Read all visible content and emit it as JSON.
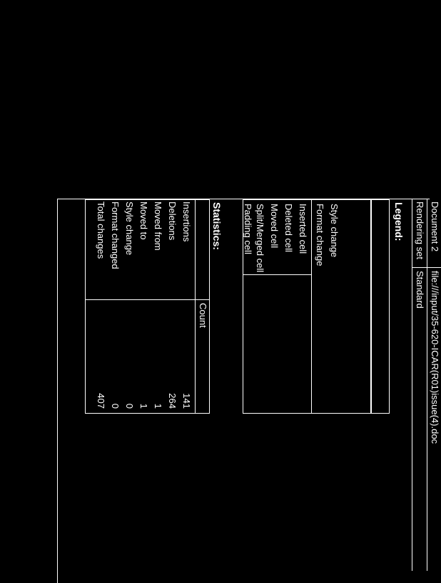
{
  "header": {
    "doc_label": "Document 2",
    "doc_value": "file:///input/35-620-ICAR(R01)issue(4).doc",
    "render_label": "Rendering set",
    "render_value": "Standard"
  },
  "legend": {
    "title": "Legend:",
    "items": [
      "Style change",
      "Format change",
      "Inserted cell",
      "Deleted cell",
      "Moved cell",
      "Split/Merged cell",
      "Padding cell"
    ]
  },
  "statistics": {
    "title": "Statistics:",
    "count_header": "Count",
    "rows": [
      {
        "label": "Insertions",
        "value": "141"
      },
      {
        "label": "Deletions",
        "value": "264"
      },
      {
        "label": "Moved from",
        "value": "1"
      },
      {
        "label": "Moved to",
        "value": "1"
      },
      {
        "label": "Style change",
        "value": "0"
      },
      {
        "label": "Format changed",
        "value": "0"
      },
      {
        "label": "Total changes",
        "value": "407"
      }
    ]
  }
}
